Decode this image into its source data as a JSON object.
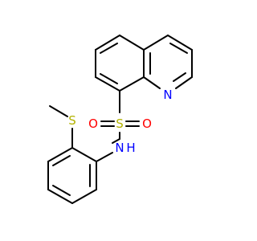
{
  "molecule": {
    "atoms": [
      {
        "id": "N1",
        "label": "N"
      },
      {
        "id": "S1",
        "label": "S"
      },
      {
        "id": "O1",
        "label": "O"
      },
      {
        "id": "O2",
        "label": "O"
      },
      {
        "id": "N2",
        "label": "N"
      },
      {
        "id": "H1",
        "label": "H"
      },
      {
        "id": "S2",
        "label": "S"
      }
    ]
  },
  "colors": {
    "bond": "#000000",
    "nitrogen": "#0000ff",
    "sulfur": "#b2b200",
    "oxygen": "#ff0000",
    "carbon_text": "#000000"
  }
}
